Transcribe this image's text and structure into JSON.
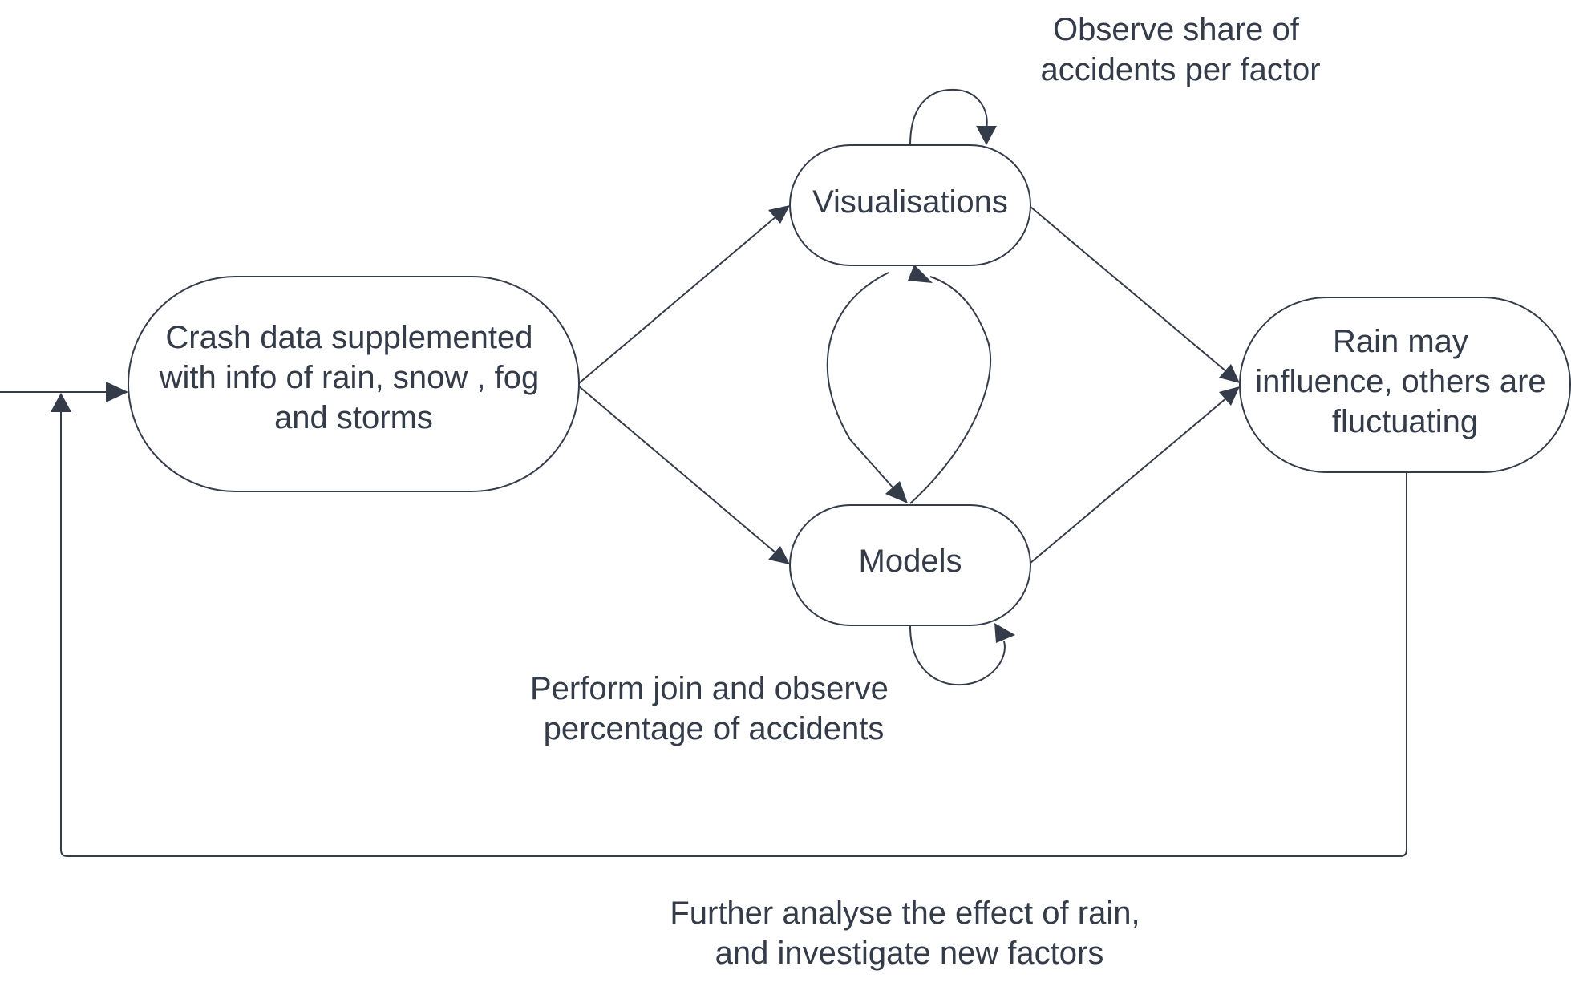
{
  "diagram": {
    "nodes": {
      "crash_data": {
        "lines": [
          "Crash data supplemented",
          "with info of rain, snow , fog",
          "and storms"
        ]
      },
      "visualisations": {
        "lines": [
          "Visualisations"
        ]
      },
      "models": {
        "lines": [
          "Models"
        ]
      },
      "rain_may": {
        "lines": [
          "Rain may",
          "influence, others are",
          "fluctuating"
        ]
      }
    },
    "notes": {
      "observe_share": {
        "lines": [
          "Observe share of",
          "accidents per factor"
        ]
      },
      "perform_join": {
        "lines": [
          "Perform join and observe",
          "percentage of accidents"
        ]
      },
      "further_analyse": {
        "lines": [
          "Further analyse the effect of rain,",
          "and investigate new factors"
        ]
      }
    },
    "colors": {
      "stroke": "#343b49",
      "text": "#343b49",
      "background": "#ffffff"
    }
  }
}
